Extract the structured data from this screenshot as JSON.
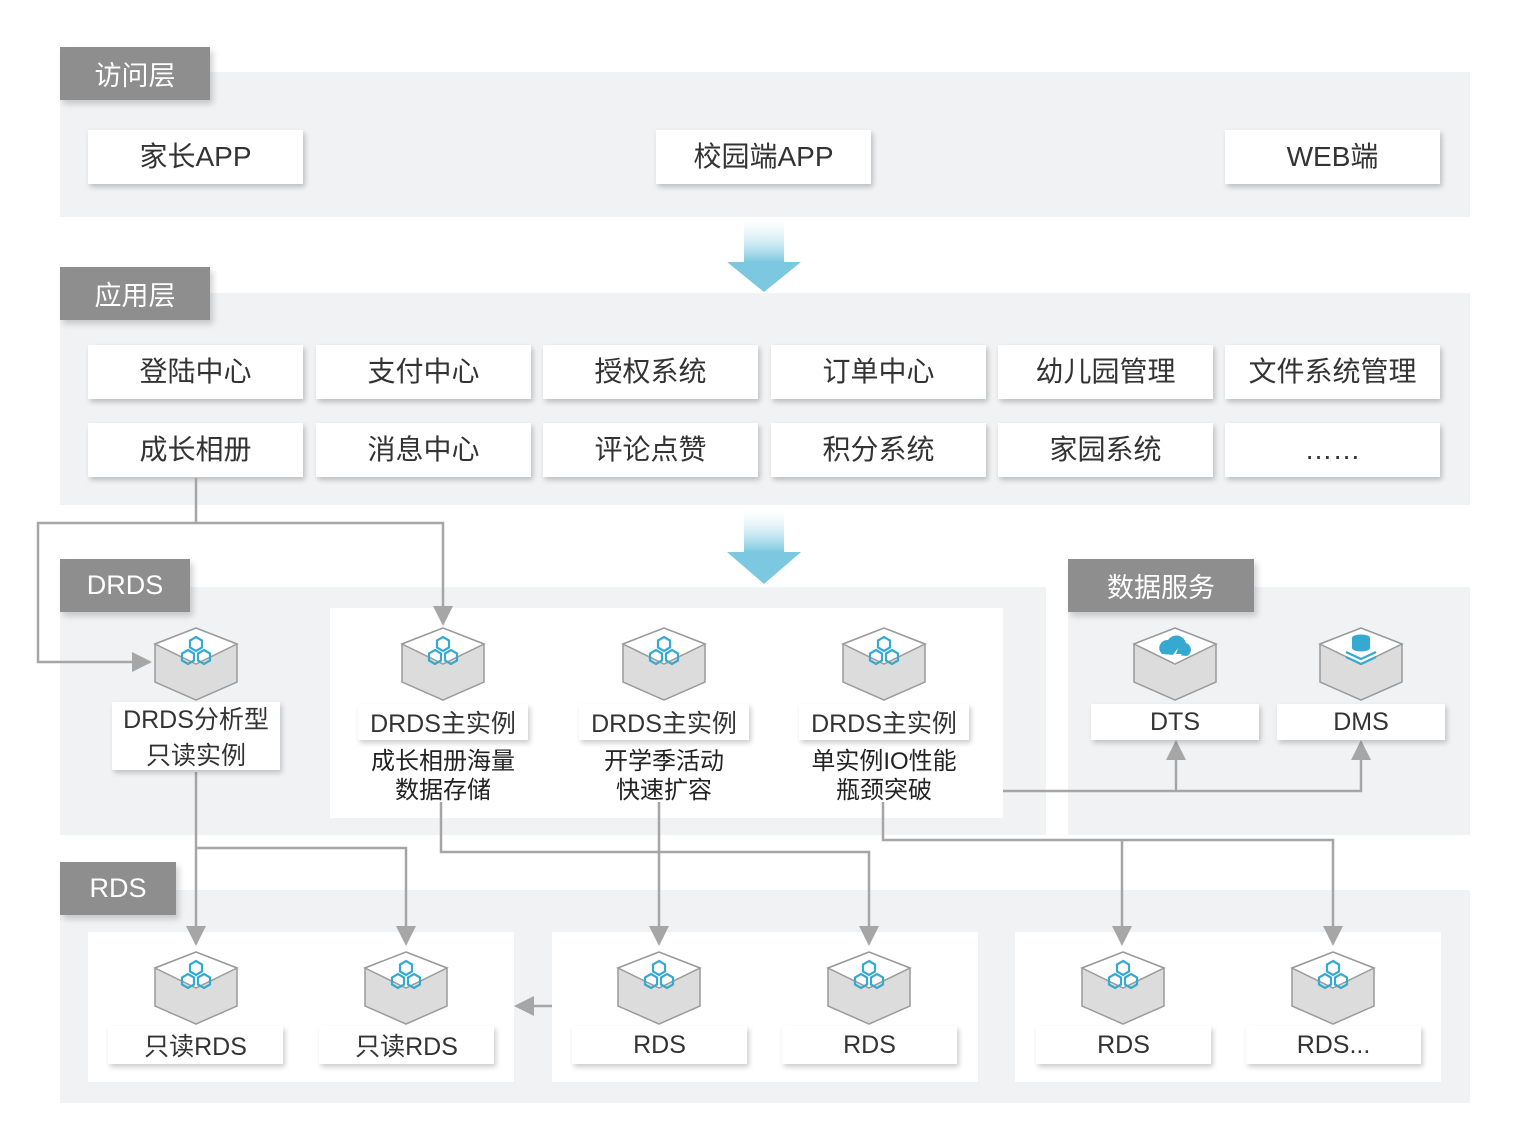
{
  "layers": {
    "access": "访问层",
    "app": "应用层",
    "drds": "DRDS",
    "data_service": "数据服务",
    "rds": "RDS"
  },
  "access_items": [
    "家长APP",
    "校园端APP",
    "WEB端"
  ],
  "app_items_row1": [
    "登陆中心",
    "支付中心",
    "授权系统",
    "订单中心",
    "幼儿园管理",
    "文件系统管理"
  ],
  "app_items_row2": [
    "成长相册",
    "消息中心",
    "评论点赞",
    "积分系统",
    "家园系统",
    "……"
  ],
  "drds_readonly": {
    "line1": "DRDS分析型",
    "line2": "只读实例"
  },
  "drds_main": [
    {
      "label": "DRDS主实例",
      "desc1": "成长相册海量",
      "desc2": "数据存储"
    },
    {
      "label": "DRDS主实例",
      "desc1": "开学季活动",
      "desc2": "快速扩容"
    },
    {
      "label": "DRDS主实例",
      "desc1": "单实例IO性能",
      "desc2": "瓶颈突破"
    }
  ],
  "data_services": [
    "DTS",
    "DMS"
  ],
  "rds_items": [
    "只读RDS",
    "只读RDS",
    "RDS",
    "RDS",
    "RDS",
    "RDS..."
  ],
  "colors": {
    "panel": "#f1f2f4",
    "tag": "#8e8e8e",
    "accent": "#35a9cf",
    "line": "#a6a6a6"
  }
}
